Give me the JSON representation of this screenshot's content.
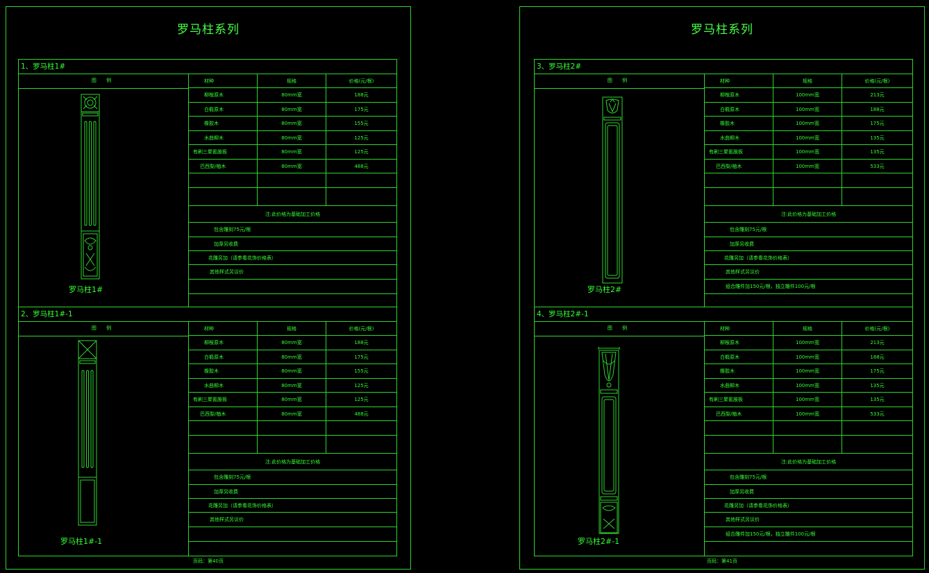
{
  "colors": {
    "line": "#2fd62f",
    "text": "#33ff33",
    "background": "#000000"
  },
  "sheets": [
    {
      "title": "罗马柱系列",
      "footer": "页码：第40页",
      "sections": [
        {
          "heading": "1、罗马柱1#",
          "image_header": "图 例",
          "pillar_label": "罗马柱1#",
          "columns": [
            "材种",
            "规格",
            "价格(元/根)"
          ],
          "rows": [
            [
              "柳桉原木",
              "80mm宽",
              "188元"
            ],
            [
              "白椴原木",
              "80mm宽",
              "175元"
            ],
            [
              "橡胶木",
              "80mm宽",
              "155元"
            ],
            [
              "水曲柳木",
              "80mm宽",
              "125元"
            ],
            [
              "有刷三聚氰胺板",
              "80mm宽",
              "125元"
            ],
            [
              "巴西梨/柚木",
              "80mm宽",
              "488元"
            ],
            [
              "",
              "",
              ""
            ],
            [
              "",
              "",
              ""
            ]
          ],
          "notes": [
            "注:此价格为基础加工价格",
            "包含雕刻75元/根",
            "加厚另收费",
            "花雕另加（请参看花饰价格表）",
            "其他样式另议价"
          ]
        },
        {
          "heading": "2、罗马柱1#-1",
          "image_header": "图 例",
          "pillar_label": "罗马柱1#-1",
          "columns": [
            "材种",
            "规格",
            "价格(元/根)"
          ],
          "rows": [
            [
              "柳桉原木",
              "80mm宽",
              "188元"
            ],
            [
              "白椴原木",
              "80mm宽",
              "175元"
            ],
            [
              "橡胶木",
              "80mm宽",
              "155元"
            ],
            [
              "水曲柳木",
              "80mm宽",
              "125元"
            ],
            [
              "有刷三聚氰胺板",
              "80mm宽",
              "125元"
            ],
            [
              "巴西梨/柚木",
              "80mm宽",
              "488元"
            ],
            [
              "",
              "",
              ""
            ],
            [
              "",
              "",
              ""
            ]
          ],
          "notes": [
            "注:此价格为基础加工价格",
            "包含雕刻75元/根",
            "加厚另收费",
            "花雕另加（请参看花饰价格表）",
            "其他样式另议价"
          ]
        }
      ]
    },
    {
      "title": "罗马柱系列",
      "footer": "页码：第41页",
      "sections": [
        {
          "heading": "3、罗马柱2#",
          "image_header": "图 例",
          "pillar_label": "罗马柱2#",
          "columns": [
            "材种",
            "规格",
            "价格(元/根)"
          ],
          "rows": [
            [
              "柳桉原木",
              "100mm宽",
              "213元"
            ],
            [
              "白椴原木",
              "100mm宽",
              "188元"
            ],
            [
              "橡胶木",
              "100mm宽",
              "175元"
            ],
            [
              "水曲柳木",
              "100mm宽",
              "135元"
            ],
            [
              "有刷三聚氰胺板",
              "100mm宽",
              "135元"
            ],
            [
              "巴西梨/柚木",
              "100mm宽",
              "533元"
            ],
            [
              "",
              "",
              ""
            ],
            [
              "",
              "",
              ""
            ]
          ],
          "notes": [
            "注:此价格为基础加工价格",
            "包含雕刻75元/根",
            "加厚另收费",
            "花雕另加（请参看花饰价格表）",
            "其他样式另议价",
            "组合雕件加150元/根，独立雕件100元/根"
          ]
        },
        {
          "heading": "4、罗马柱2#-1",
          "image_header": "图 例",
          "pillar_label": "罗马柱2#-1",
          "columns": [
            "材种",
            "规格",
            "价格(元/根)"
          ],
          "rows": [
            [
              "柳桉原木",
              "100mm宽",
              "213元"
            ],
            [
              "白椴原木",
              "100mm宽",
              "188元"
            ],
            [
              "橡胶木",
              "100mm宽",
              "175元"
            ],
            [
              "水曲柳木",
              "100mm宽",
              "135元"
            ],
            [
              "有刷三聚氰胺板",
              "100mm宽",
              "135元"
            ],
            [
              "巴西梨/柚木",
              "100mm宽",
              "533元"
            ],
            [
              "",
              "",
              ""
            ],
            [
              "",
              "",
              ""
            ]
          ],
          "notes": [
            "注:此价格为基础加工价格",
            "包含雕刻75元/根",
            "加厚另收费",
            "花雕另加（请参看花饰价格表）",
            "其他样式另议价",
            "组合雕件加150元/根，独立雕件100元/根"
          ]
        }
      ]
    }
  ]
}
